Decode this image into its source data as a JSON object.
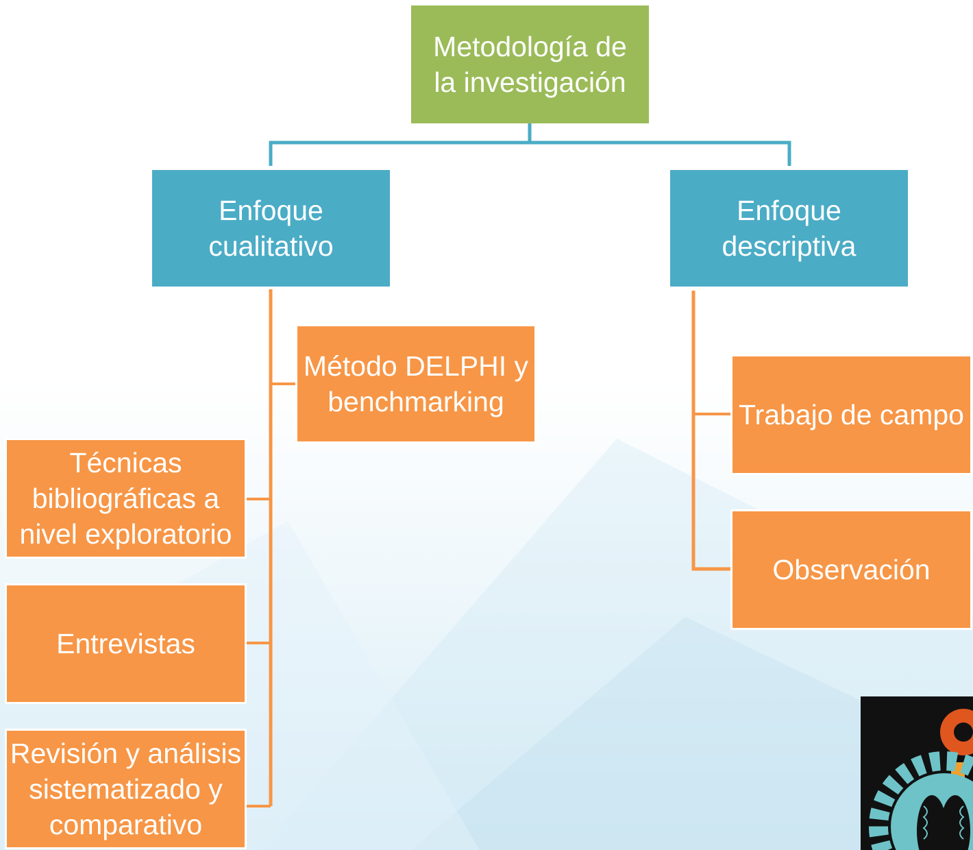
{
  "diagram": {
    "root": {
      "label": "Metodología de\nla investigación"
    },
    "branches": [
      {
        "label": "Enfoque\ncualitativo",
        "children": [
          "Método DELPHI y\nbenchmarking",
          "Técnicas\nbibliográficas a\nnivel exploratorio",
          "Entrevistas",
          "Revisión y análisis\nsistematizado y\ncomparativo"
        ]
      },
      {
        "label": "Enfoque\ndescriptiva",
        "children": [
          "Trabajo de campo",
          "Observación"
        ]
      }
    ]
  },
  "colors": {
    "root": "#9bbb59",
    "branch": "#4bacc6",
    "leaf": "#f79646",
    "connector_top": "#4bacc6",
    "connector_leaf": "#f79646"
  },
  "logo": {
    "icon": "brain-gear-icon"
  }
}
